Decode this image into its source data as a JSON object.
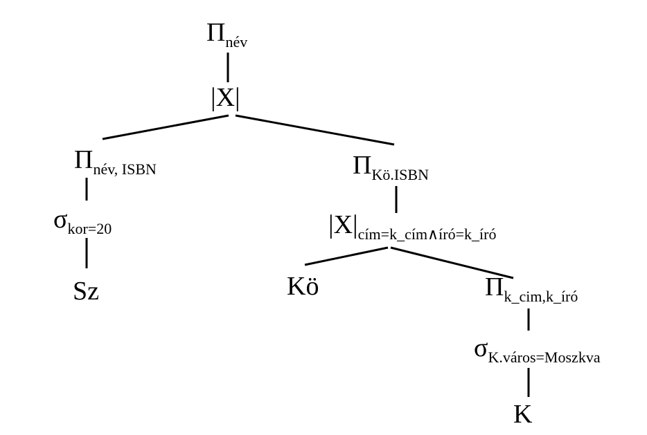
{
  "tree": {
    "root_projection": {
      "symbol": "Π",
      "subscript": "név"
    },
    "root_join": {
      "symbol": "|X|"
    },
    "left_projection": {
      "symbol": "Π",
      "subscript": "név, ISBN"
    },
    "left_selection": {
      "symbol": "σ",
      "subscript": "kor=20"
    },
    "left_relation": {
      "label": "Sz"
    },
    "right_projection": {
      "symbol": "Π",
      "subscript": "Kö.ISBN"
    },
    "right_join": {
      "symbol": "|X|",
      "subscript": "cím=k_cím∧író=k_író"
    },
    "ko_relation": {
      "label": "Kö"
    },
    "k_projection": {
      "symbol": "Π",
      "subscript": "k_cim,k_író"
    },
    "k_selection": {
      "symbol": "σ",
      "subscript": "K.város=Moszkva"
    },
    "k_relation": {
      "label": "K"
    }
  }
}
